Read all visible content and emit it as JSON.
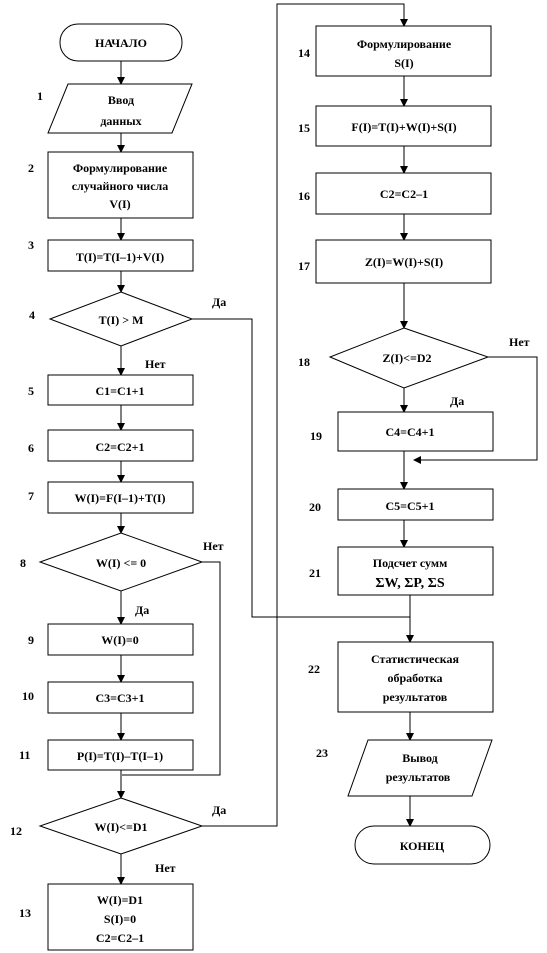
{
  "steps": {
    "start": "НАЧАЛО",
    "s1": {
      "num": "1",
      "line1": "Ввод",
      "line2": "данных"
    },
    "s2": {
      "num": "2",
      "line1": "Формулирование",
      "line2": "случайного числа",
      "line3": "V(I)"
    },
    "s3": {
      "num": "3",
      "text": "T(I)=T(I–1)+V(I)"
    },
    "s4": {
      "num": "4",
      "text": "T(I) > M",
      "yes": "Да",
      "no": "Нет"
    },
    "s5": {
      "num": "5",
      "text": "C1=C1+1"
    },
    "s6": {
      "num": "6",
      "text": "C2=C2+1"
    },
    "s7": {
      "num": "7",
      "text": "W(I)=F(I–1)+T(I)"
    },
    "s8": {
      "num": "8",
      "text": "W(I) <= 0",
      "yes": "Да",
      "no": "Нет"
    },
    "s9": {
      "num": "9",
      "text": "W(I)=0"
    },
    "s10": {
      "num": "10",
      "text": "C3=C3+1"
    },
    "s11": {
      "num": "11",
      "text": "P(I)=T(I)–T(I–1)"
    },
    "s12": {
      "num": "12",
      "text": "W(I)<=D1",
      "yes": "Да",
      "no": "Нет"
    },
    "s13": {
      "num": "13",
      "line1": "W(I)=D1",
      "line2": "S(I)=0",
      "line3": "C2=C2–1"
    },
    "s14": {
      "num": "14",
      "line1": "Формулирование",
      "line2": "S(I)"
    },
    "s15": {
      "num": "15",
      "text": "F(I)=T(I)+W(I)+S(I)"
    },
    "s16": {
      "num": "16",
      "text": "C2=C2–1"
    },
    "s17": {
      "num": "17",
      "text": "Z(I)=W(I)+S(I)"
    },
    "s18": {
      "num": "18",
      "text": "Z(I)<=D2",
      "yes": "Да",
      "no": "Нет"
    },
    "s19": {
      "num": "19",
      "text": "C4=C4+1"
    },
    "s20": {
      "num": "20",
      "text": "C5=C5+1"
    },
    "s21": {
      "num": "21",
      "line1": "Подсчет сумм",
      "line2": "ΣW, ΣP, ΣS"
    },
    "s22": {
      "num": "22",
      "line1": "Статистическая",
      "line2": "обработка",
      "line3": "результатов"
    },
    "s23": {
      "num": "23",
      "line1": "Вывод",
      "line2": "результатов"
    },
    "end": "КОНЕЦ"
  }
}
